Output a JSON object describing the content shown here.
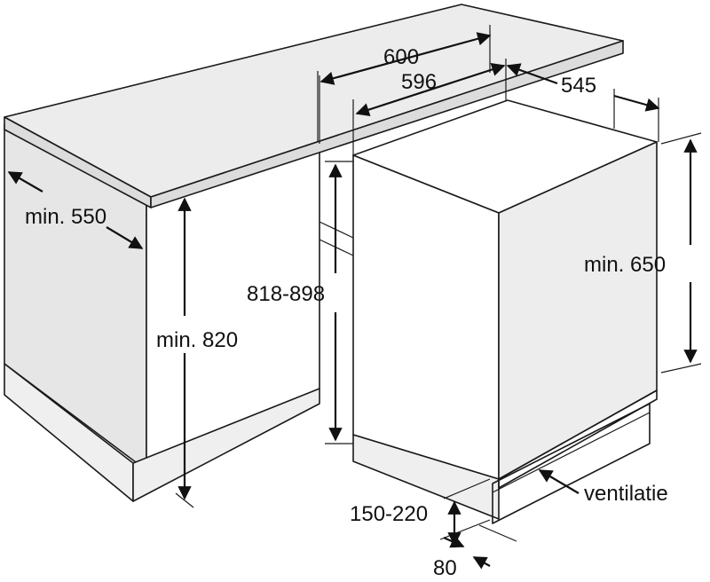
{
  "labels": {
    "width_600": "600",
    "width_596": "596",
    "depth_545": "545",
    "depth_min550": "min. 550",
    "height_min820": "min. 820",
    "height_818_898": "818-898",
    "height_min650": "min. 650",
    "ventilation": "ventilatie",
    "plinth_150_220": "150-220",
    "plinth_80": "80"
  }
}
